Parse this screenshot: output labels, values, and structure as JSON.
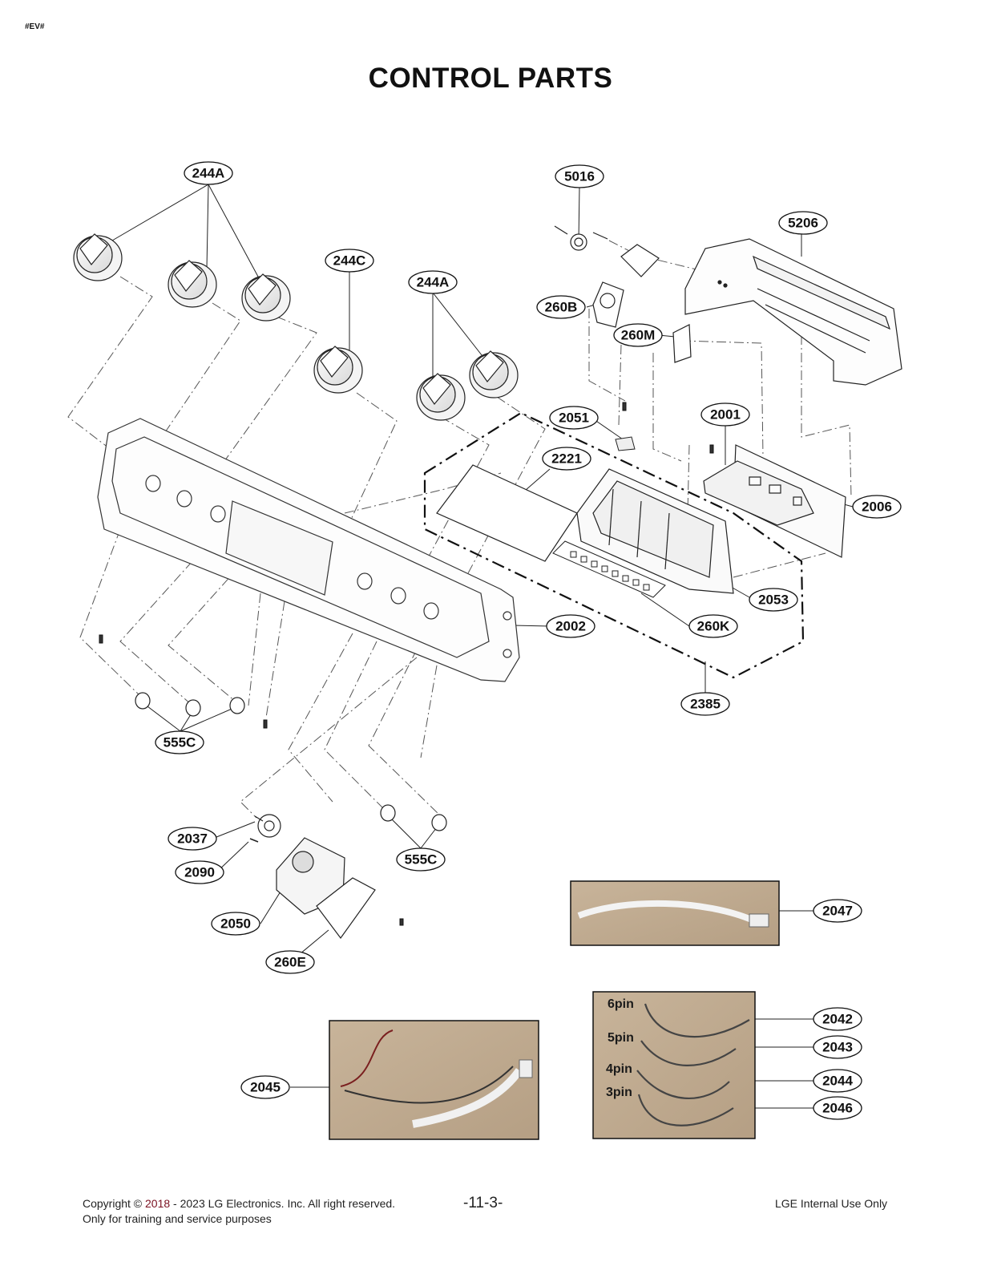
{
  "header": {
    "doc_code": "#EV#",
    "title": "CONTROL PARTS"
  },
  "callouts": {
    "p244A_1": "244A",
    "p244C": "244C",
    "p244A_2": "244A",
    "p5016": "5016",
    "p5206": "5206",
    "p260B": "260B",
    "p260M": "260M",
    "p2051": "2051",
    "p2001": "2001",
    "p2221": "2221",
    "p2006": "2006",
    "p2053": "2053",
    "p2002": "2002",
    "p260K": "260K",
    "p2385": "2385",
    "p555C_1": "555C",
    "p555C_2": "555C",
    "p2037": "2037",
    "p2090": "2090",
    "p2050": "2050",
    "p260E": "260E",
    "p2047": "2047",
    "p2042": "2042",
    "p2043": "2043",
    "p2044": "2044",
    "p2046": "2046",
    "p2045": "2045"
  },
  "harness_pins": {
    "pin6": "6pin",
    "pin5": "5pin",
    "pin4": "4pin",
    "pin3": "3pin"
  },
  "footer": {
    "copyright_prefix": "Copyright © ",
    "copyright_year": "2018",
    "copyright_suffix": " - 2023 LG Electronics. Inc. All right reserved.",
    "purpose": "Only for training and service purposes",
    "page_number": "-11-3-",
    "classification": "LGE Internal Use Only"
  }
}
